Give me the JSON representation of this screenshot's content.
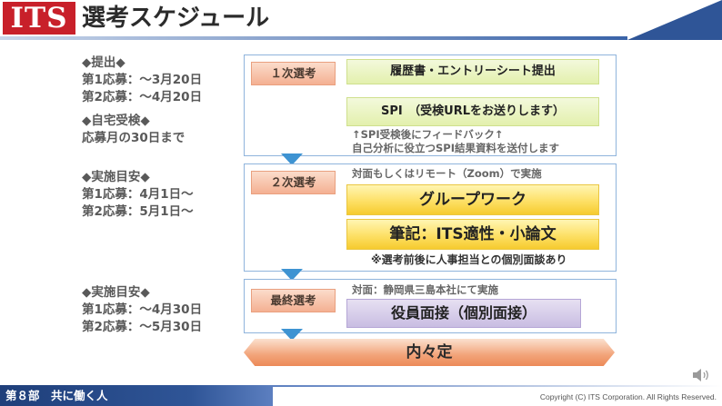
{
  "header": {
    "logo_text": "ITS",
    "title": "選考スケジュール"
  },
  "left": {
    "submit_heading": "◆提出◆",
    "submit_line1": "第1応募：～3月20日",
    "submit_line2": "第2応募：～4月20日",
    "home_heading": "◆自宅受検◆",
    "home_line1": "応募月の30日まで",
    "second_heading": "◆実施目安◆",
    "second_line1": "第1応募：4月1日～",
    "second_line2": "第2応募：5月1日～",
    "final_heading": "◆実施目安◆",
    "final_line1": "第1応募：～4月30日",
    "final_line2": "第2応募：～5月30日"
  },
  "stage1": {
    "label": "１次選考",
    "item1": "履歴書・エントリーシート提出",
    "item2": "SPI　（受検URLをお送りします）",
    "note1": "↑SPI受検後にフィードバック↑",
    "note2": "自己分析に役立つSPI結果資料を送付します"
  },
  "stage2": {
    "label": "２次選考",
    "note": "対面もしくはリモート（Zoom）で実施",
    "item1": "グループワーク",
    "item2": "筆記：ITS適性・小論文",
    "remark": "※選考前後に人事担当との個別面談あり"
  },
  "stage3": {
    "label": "最終選考",
    "note": "対面：静岡県三島本社にて実施",
    "item1": "役員面接（個別面接）"
  },
  "final": {
    "label": "内々定"
  },
  "footer": {
    "section": "第８部　共に働く人",
    "copyright": "Copyright (C) ITS Corporation. All Rights Reserved."
  },
  "colors": {
    "brand_red": "#c8202a",
    "accent_blue": "#2f5597",
    "arrow_blue": "#3e93d2"
  },
  "icons": {
    "speaker": "speaker-icon"
  }
}
